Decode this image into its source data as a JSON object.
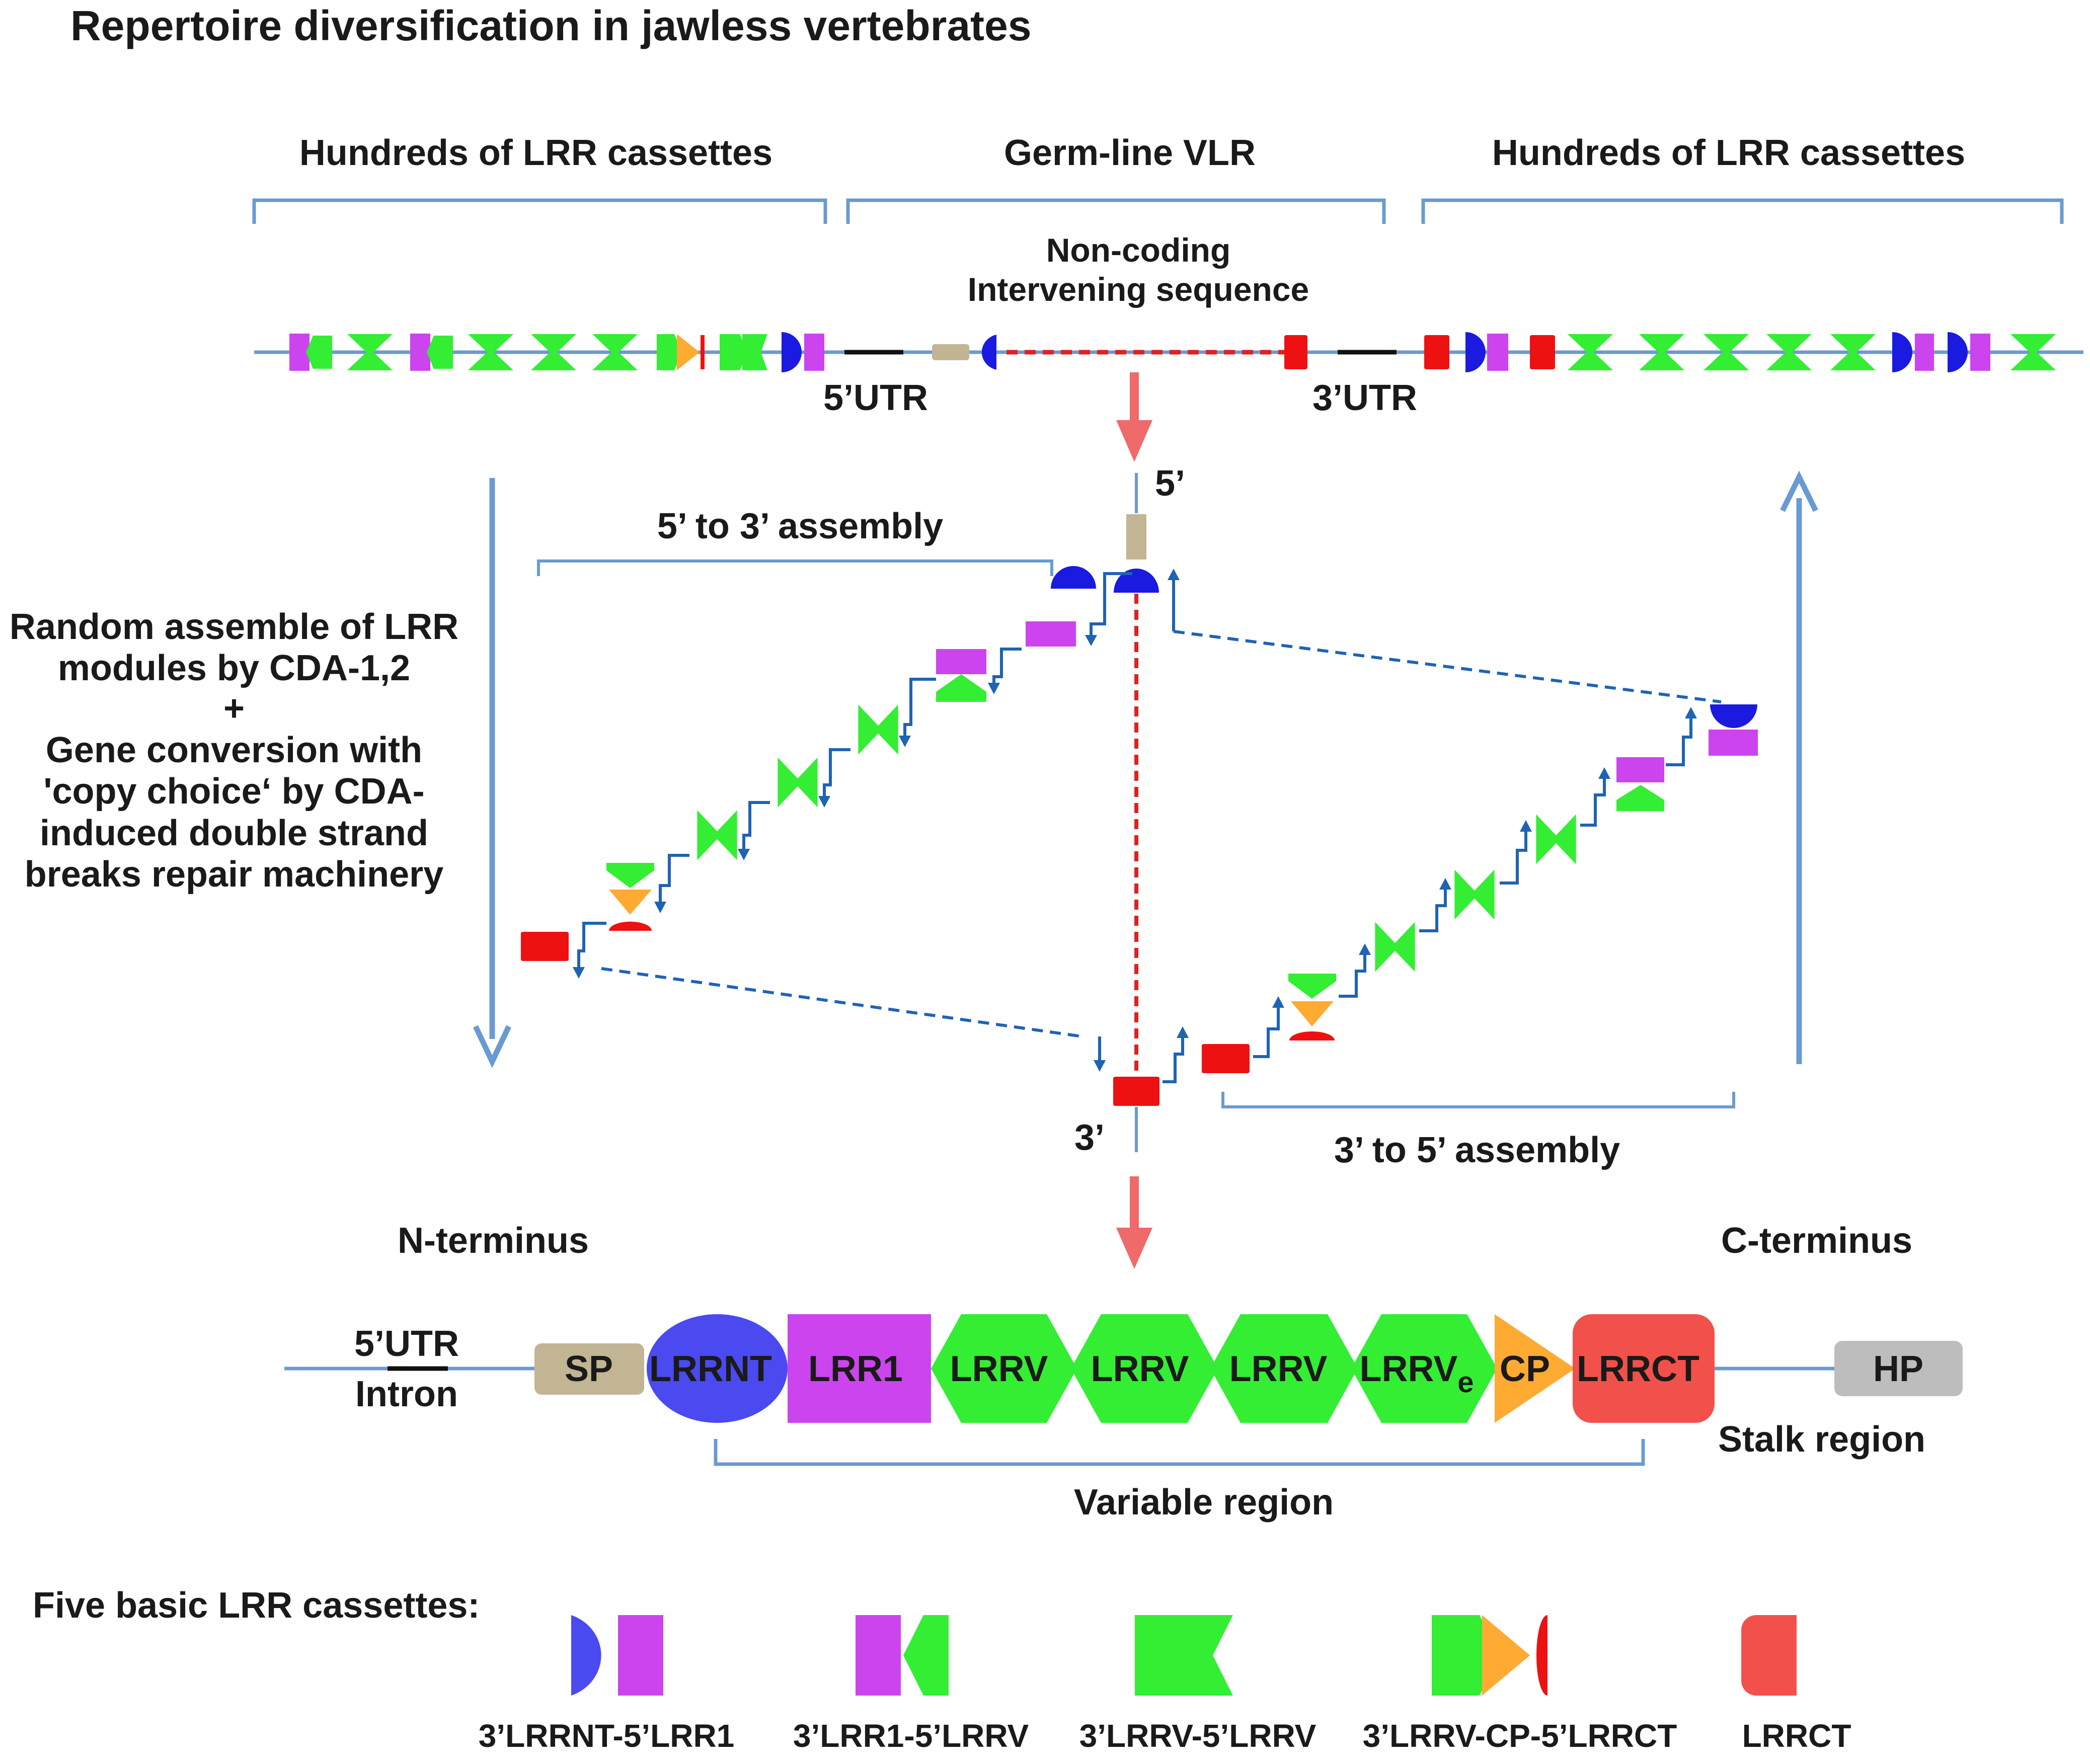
{
  "title": "Repertoire diversification in jawless vertebrates",
  "top": {
    "left_label": "Hundreds of LRR cassettes",
    "center_label": "Germ-line VLR",
    "right_label": "Hundreds of LRR cassettes",
    "noncoding_line1": "Non-coding",
    "noncoding_line2": "Intervening sequence",
    "utr5": "5’UTR",
    "utr3": "3’UTR"
  },
  "assembly": {
    "five_prime": "5’",
    "three_prime": "3’",
    "five_to_three": "5’ to 3’ assembly",
    "three_to_five": "3’ to 5’ assembly",
    "mechanism_lines": [
      "Random assemble of LRR",
      "modules by CDA-1,2",
      "+",
      "Gene conversion with",
      "'copy choice‘ by CDA-",
      "induced double strand",
      "breaks repair machinery"
    ]
  },
  "protein": {
    "n_terminus": "N-terminus",
    "c_terminus": "C-terminus",
    "utr5": "5’UTR",
    "intron": "Intron",
    "domains": {
      "sp": "SP",
      "lrrnt": "LRRNT",
      "lrr1": "LRR1",
      "lrrv_1": "LRRV",
      "lrrv_2": "LRRV",
      "lrrv_3": "LRRV",
      "lrrve_main": "LRRV",
      "lrrve_sub": "e",
      "cp": "CP",
      "lrrct": "LRRCT",
      "hp": "HP"
    },
    "stalk_region": "Stalk region",
    "variable_region": "Variable region"
  },
  "legend": {
    "title": "Five basic LRR cassettes:",
    "items": [
      "3’LRRNT-5’LRR1",
      "3’LRR1-5’LRRV",
      "3’LRRV-5’LRRV",
      "3’LRRV-CP-5’LRRCT",
      "LRRCT"
    ]
  },
  "colors": {
    "blue": "#1a1ae0",
    "lrrnt_blue": "#4a4af0",
    "magenta": "#cc44ee",
    "green": "#33ee33",
    "orange": "#ffaa33",
    "red": "#ee1111",
    "lrrct_red": "#f2504a",
    "tan": "#c2b594",
    "gray": "#bdbdbd",
    "line_blue": "#6a9ad4",
    "arrow_blue": "#1f63b3",
    "pink_arrow": "#ef6a6a",
    "dash_red": "#dd2222"
  }
}
